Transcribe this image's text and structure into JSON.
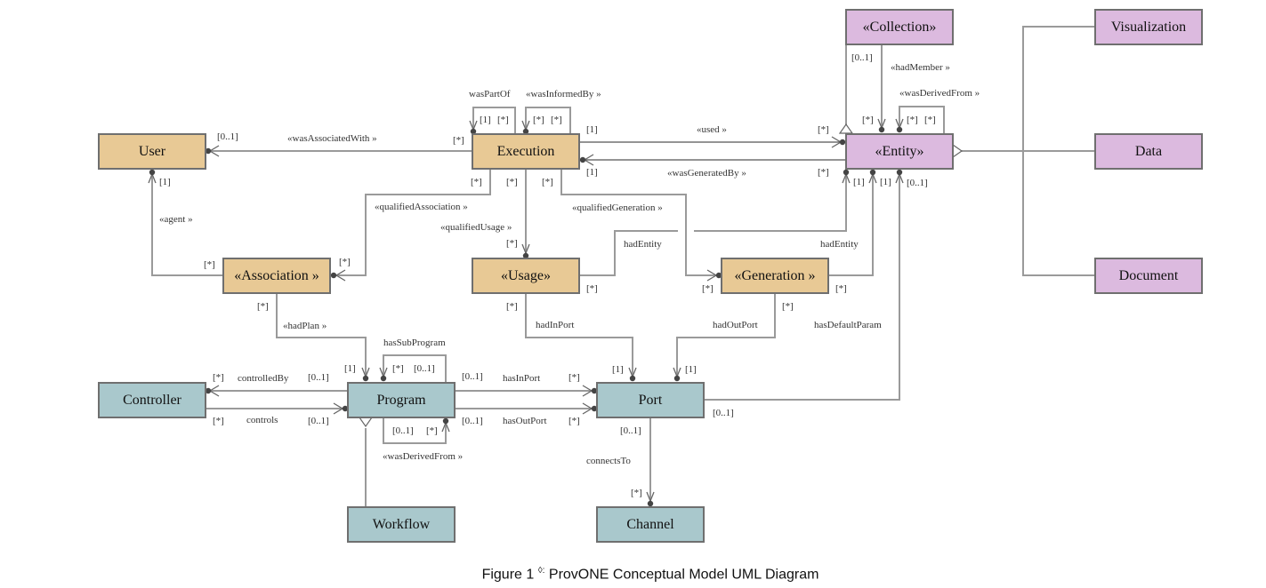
{
  "figure": {
    "number_label": "Figure 1",
    "marker": "◊:",
    "title": "ProvONE Conceptual Model UML Diagram"
  },
  "colors": {
    "prov_class": "#e8c995",
    "workflow_class": "#a9c8cc",
    "data_class": "#dcbadf",
    "border": "#6f6f6f",
    "line": "#999999",
    "dark_line": "#555555"
  },
  "classes": {
    "user": "User",
    "execution": "Execution",
    "collection": "«Collection»",
    "entity": "«Entity»",
    "visualization": "Visualization",
    "data": "Data",
    "document": "Document",
    "association": "«Association »",
    "usage": "«Usage»",
    "generation": "«Generation »",
    "controller": "Controller",
    "program": "Program",
    "port": "Port",
    "workflow": "Workflow",
    "channel": "Channel"
  },
  "relations": {
    "wasAssociatedWith": "«wasAssociatedWith »",
    "wasPartOf": "wasPartOf",
    "wasInformedBy": "«wasInformedBy »",
    "used": "«used »",
    "wasGeneratedBy": "«wasGeneratedBy »",
    "hadMember": "«hadMember »",
    "entityWasDerivedFrom": "«wasDerivedFrom »",
    "agent": "«agent »",
    "qualifiedAssociation": "«qualifiedAssociation »",
    "qualifiedUsage": "«qualifiedUsage »",
    "qualifiedGeneration": "«qualifiedGeneration »",
    "usageHadEntity": "hadEntity",
    "generationHadEntity": "hadEntity",
    "hadPlan": "«hadPlan »",
    "hadInPort": "hadInPort",
    "hadOutPort": "hadOutPort",
    "hasDefaultParam": "hasDefaultParam",
    "hasSubProgram": "hasSubProgram",
    "controlledBy": "controlledBy",
    "controls": "controls",
    "hasInPort": "hasInPort",
    "hasOutPort": "hasOutPort",
    "programWasDerivedFrom": "«wasDerivedFrom »",
    "connectsTo": "connectsTo"
  },
  "multiplicities": {
    "user_assoc": "[0..1]",
    "exec_assoc": "[*]",
    "user_agent": "[1]",
    "wasPartOf_a": "[1]",
    "wasPartOf_b": "[*]",
    "wasInformedBy_a": "[*]",
    "wasInformedBy_b": "[*]",
    "exec_used": "[1]",
    "entity_used": "[*]",
    "exec_generated": "[1]",
    "entity_generated": "[*]",
    "exec_qassoc": "[*]",
    "exec_qusage": "[*]",
    "exec_qgen": "[*]",
    "collection_member": "[0..1]",
    "entity_member": "[*]",
    "entity_derived_a": "[*]",
    "entity_derived_b": "[*]",
    "entity_usage": "[1]",
    "entity_generation": "[1]",
    "entity_default": "[0..1]",
    "assoc_agent": "[*]",
    "assoc_qassoc": "[*]",
    "assoc_plan": "[*]",
    "usage_qusage": "[*]",
    "usage_entity": "[*]",
    "usage_port": "[*]",
    "gen_qgen": "[*]",
    "gen_entity": "[*]",
    "gen_port": "[*]",
    "program_plan": "[1]",
    "subprogram_a": "[*]",
    "subprogram_b": "[0..1]",
    "controller_controlledBy": "[*]",
    "program_controlledBy": "[0..1]",
    "controller_controls": "[*]",
    "program_controls": "[0..1]",
    "program_inport": "[0..1]",
    "port_inport": "[*]",
    "program_outport": "[0..1]",
    "port_outport": "[*]",
    "program_derived_a": "[0..1]",
    "program_derived_b": "[*]",
    "port_hadInPort": "[1]",
    "port_hadOutPort": "[1]",
    "port_default": "[0..1]",
    "port_connects": "[0..1]",
    "channel_connects": "[*]"
  }
}
